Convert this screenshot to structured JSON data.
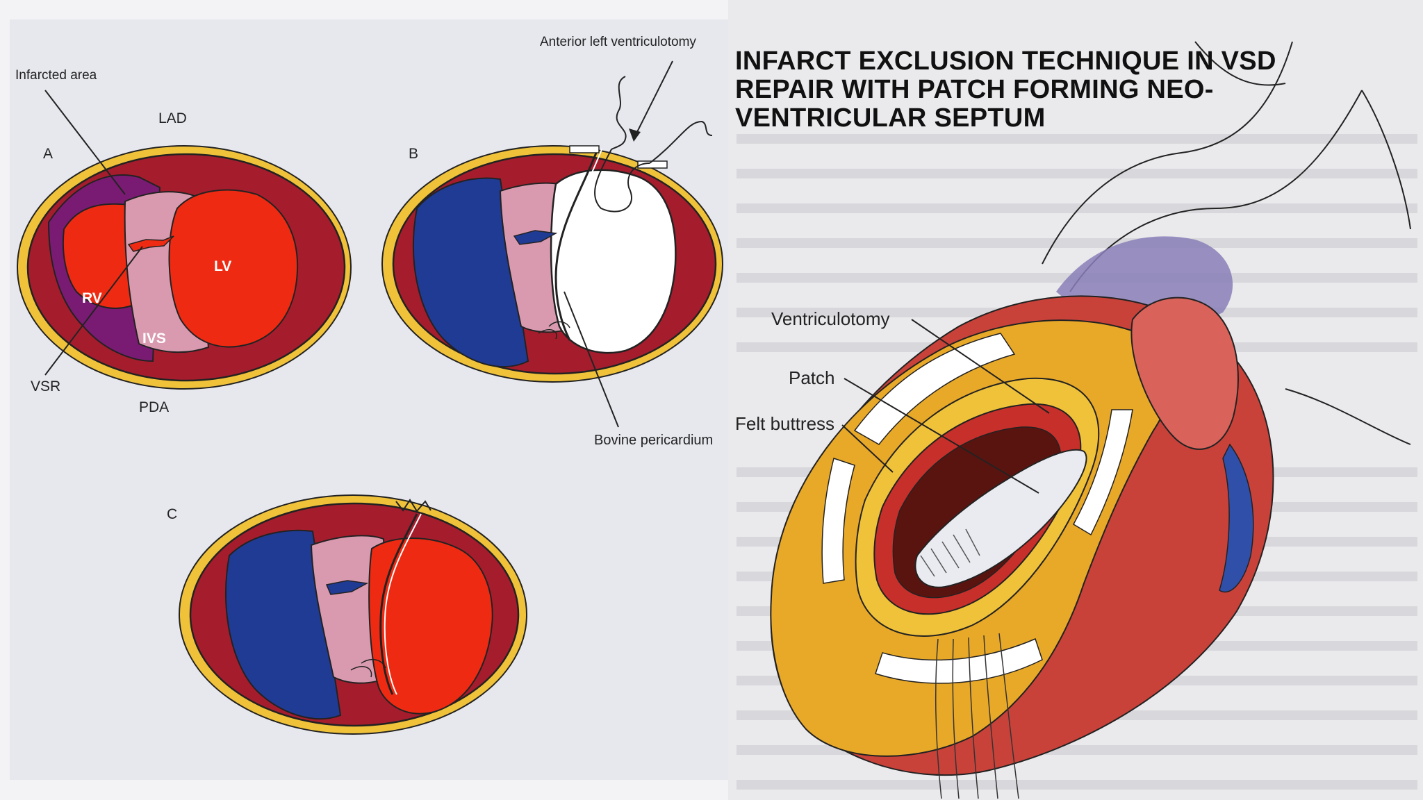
{
  "title": {
    "line1": "INFARCT EXCLUSION TECHNIQUE IN VSD",
    "line2": "REPAIR WITH PATCH FORMING NEO-",
    "line3": "VENTRICULAR SEPTUM"
  },
  "labels": {
    "infarcted_area": "Infarcted area",
    "lad": "LAD",
    "panel_a": "A",
    "panel_b": "B",
    "panel_c": "C",
    "rv": "RV",
    "lv": "LV",
    "ivs": "IVS",
    "vsr": "VSR",
    "pda": "PDA",
    "anterior_ventriculotomy": "Anterior left ventriculotomy",
    "bovine_pericardium": "Bovine pericardium",
    "ventriculotomy": "Ventriculotomy",
    "patch": "Patch",
    "felt_buttress": "Felt buttress"
  },
  "colors": {
    "myocardium": "#a51d2d",
    "lv_cavity": "#ee2a12",
    "rv_cavity": "#1f3b94",
    "infarct": "#7a1b73",
    "septum_pale": "#d99ab0",
    "fat": "#f0c23a",
    "fat_dark": "#d9931c"
  }
}
